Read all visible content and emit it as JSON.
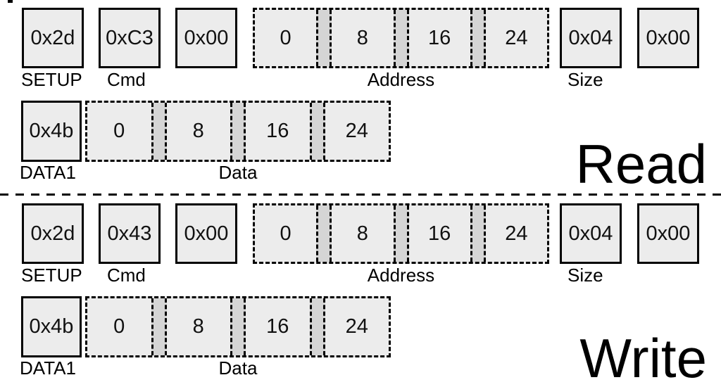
{
  "colors": {
    "background": "#ffffff",
    "box_fill": "#ececec",
    "separator_strip_fill": "#d5d5d5",
    "border": "#000000"
  },
  "read": {
    "title": "Read",
    "setup_value": "0x2d",
    "setup_label": "SETUP",
    "cmd_value": "0xC3",
    "cmd_label": "Cmd",
    "reserved1_value": "0x00",
    "address_label": "Address",
    "address_bytes": [
      "0",
      "8",
      "16",
      "24"
    ],
    "size_value": "0x04",
    "size_label": "Size",
    "reserved2_value": "0x00",
    "data1_value": "0x4b",
    "data1_label": "DATA1",
    "data_label": "Data",
    "data_bytes": [
      "0",
      "8",
      "16",
      "24"
    ]
  },
  "write": {
    "title": "Write",
    "setup_value": "0x2d",
    "setup_label": "SETUP",
    "cmd_value": "0x43",
    "cmd_label": "Cmd",
    "reserved1_value": "0x00",
    "address_label": "Address",
    "address_bytes": [
      "0",
      "8",
      "16",
      "24"
    ],
    "size_value": "0x04",
    "size_label": "Size",
    "reserved2_value": "0x00",
    "data1_value": "0x4b",
    "data1_label": "DATA1",
    "data_label": "Data",
    "data_bytes": [
      "0",
      "8",
      "16",
      "24"
    ]
  }
}
